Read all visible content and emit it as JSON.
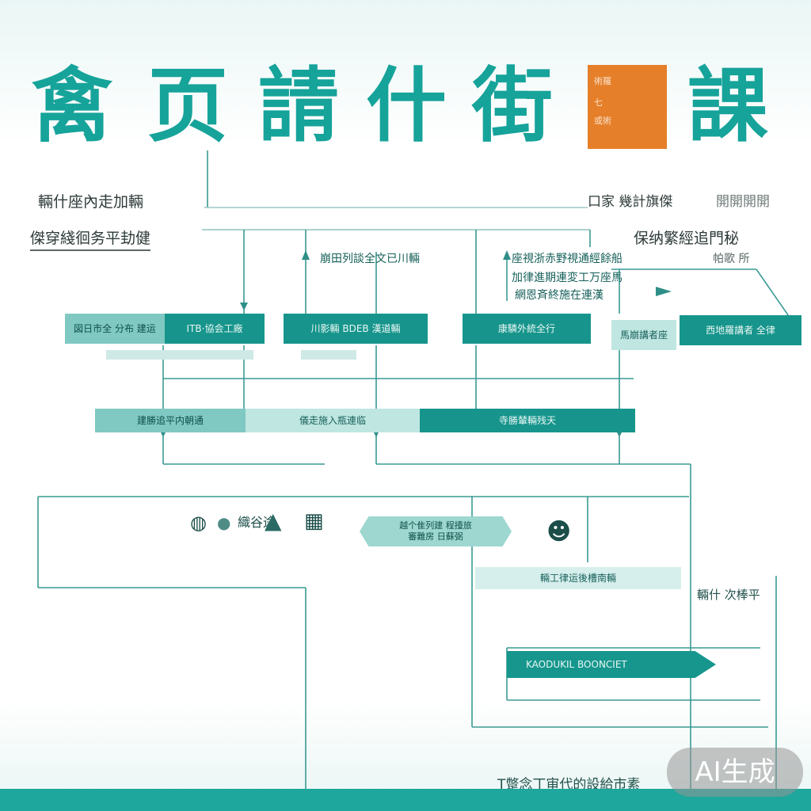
{
  "title": {
    "glyphs": [
      "禽",
      "页",
      "請",
      "什",
      "街",
      "課"
    ],
    "card_lines": [
      "術羅",
      "七",
      "或術"
    ]
  },
  "headers": {
    "left_top": "輛什座內走加輛",
    "left_bottom": "傑穿綫徊务平劸健",
    "right_top_a": "口家 幾計旗傑",
    "right_top_b": "開開開開",
    "right_mid": "保纳繁經追門秘",
    "right_small": "帕歌 所"
  },
  "notes": {
    "top_center": "崩田列談全文已川輛",
    "right_1": "座視浙赤野視通經餘船",
    "right_2": "加律進期連変工万座馬",
    "right_3": "網恩斉終施在連漢"
  },
  "nodes": {
    "row1": [
      "図日市全 分布 建运",
      "ITB·協会工廠",
      "川影輛 BDEB 漢道輛",
      "康驎外統全行",
      "馬崩講者座",
      "西地羅講者 全律"
    ],
    "row2": [
      "建勝追平内朝通",
      "儀走施入瓶連临",
      "寺勝輦輛残天"
    ]
  },
  "lower": {
    "icon_text": "織谷途",
    "pill_lines": [
      "越个隹列建 程擡旅",
      "審難房 日蘇弼"
    ],
    "left_label": "輛工律运後槽南輛",
    "right_label": "輛什 次棒平",
    "arrow_label": "KAODUKIL  BOONCIET",
    "footer": "T蹩念丁审代的設給市素"
  },
  "watermark": "AI生成",
  "colors": {
    "teal": "#16a39a",
    "teal_dark": "#17958c",
    "orange": "#e57f29",
    "line": "#2f8f88"
  }
}
